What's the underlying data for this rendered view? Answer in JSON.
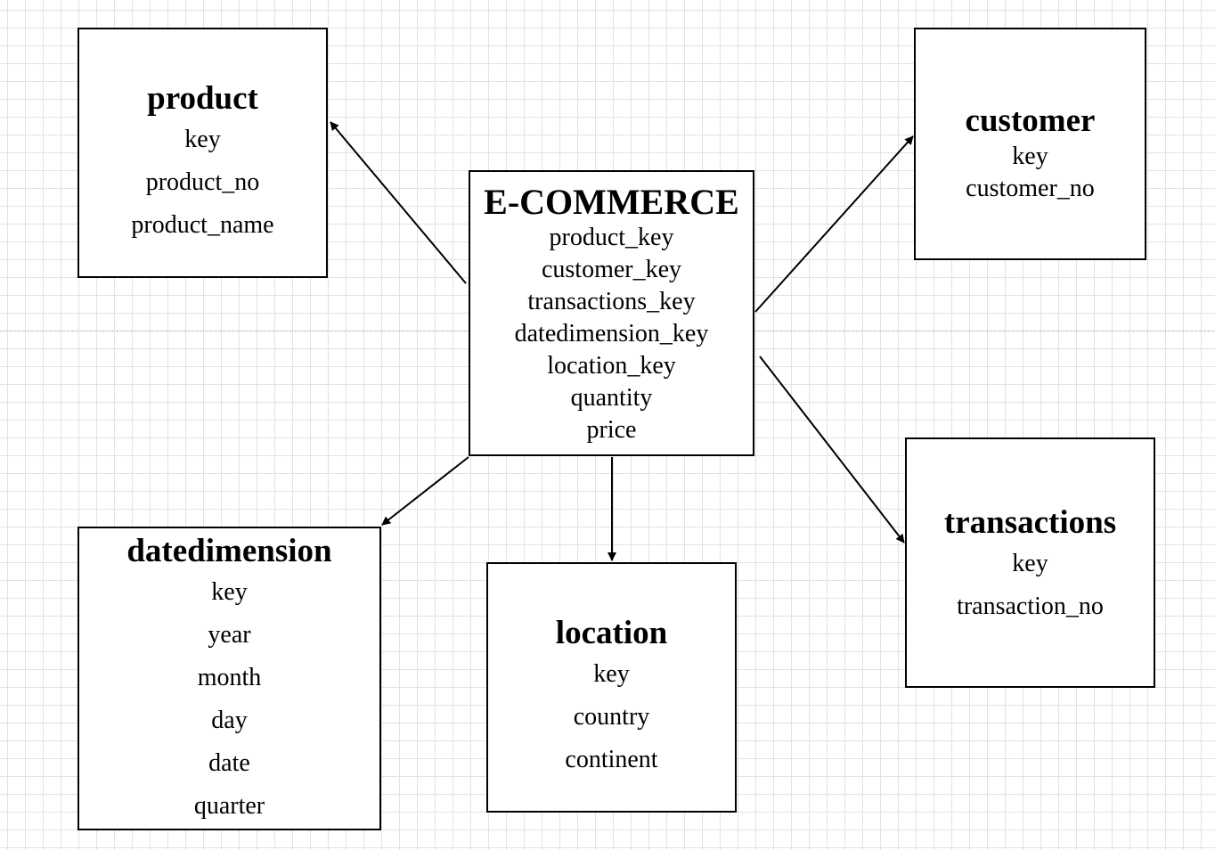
{
  "entities": {
    "product": {
      "title": "product",
      "fields": [
        "key",
        "product_no",
        "product_name"
      ]
    },
    "customer": {
      "title": "customer",
      "fields": [
        "key",
        "customer_no"
      ]
    },
    "ecommerce": {
      "title": "E-COMMERCE",
      "fields": [
        "product_key",
        "customer_key",
        "transactions_key",
        "datedimension_key",
        "location_key",
        "quantity",
        "price"
      ]
    },
    "datedimension": {
      "title": "datedimension",
      "fields": [
        "key",
        "year",
        "month",
        "day",
        "date",
        "quarter"
      ]
    },
    "location": {
      "title": "location",
      "fields": [
        "key",
        "country",
        "continent"
      ]
    },
    "transactions": {
      "title": "transactions",
      "fields": [
        "key",
        "transaction_no"
      ]
    }
  },
  "relationships": [
    {
      "from": "E-COMMERCE",
      "to": "product"
    },
    {
      "from": "E-COMMERCE",
      "to": "customer"
    },
    {
      "from": "E-COMMERCE",
      "to": "transactions"
    },
    {
      "from": "E-COMMERCE",
      "to": "location"
    },
    {
      "from": "E-COMMERCE",
      "to": "datedimension"
    }
  ]
}
